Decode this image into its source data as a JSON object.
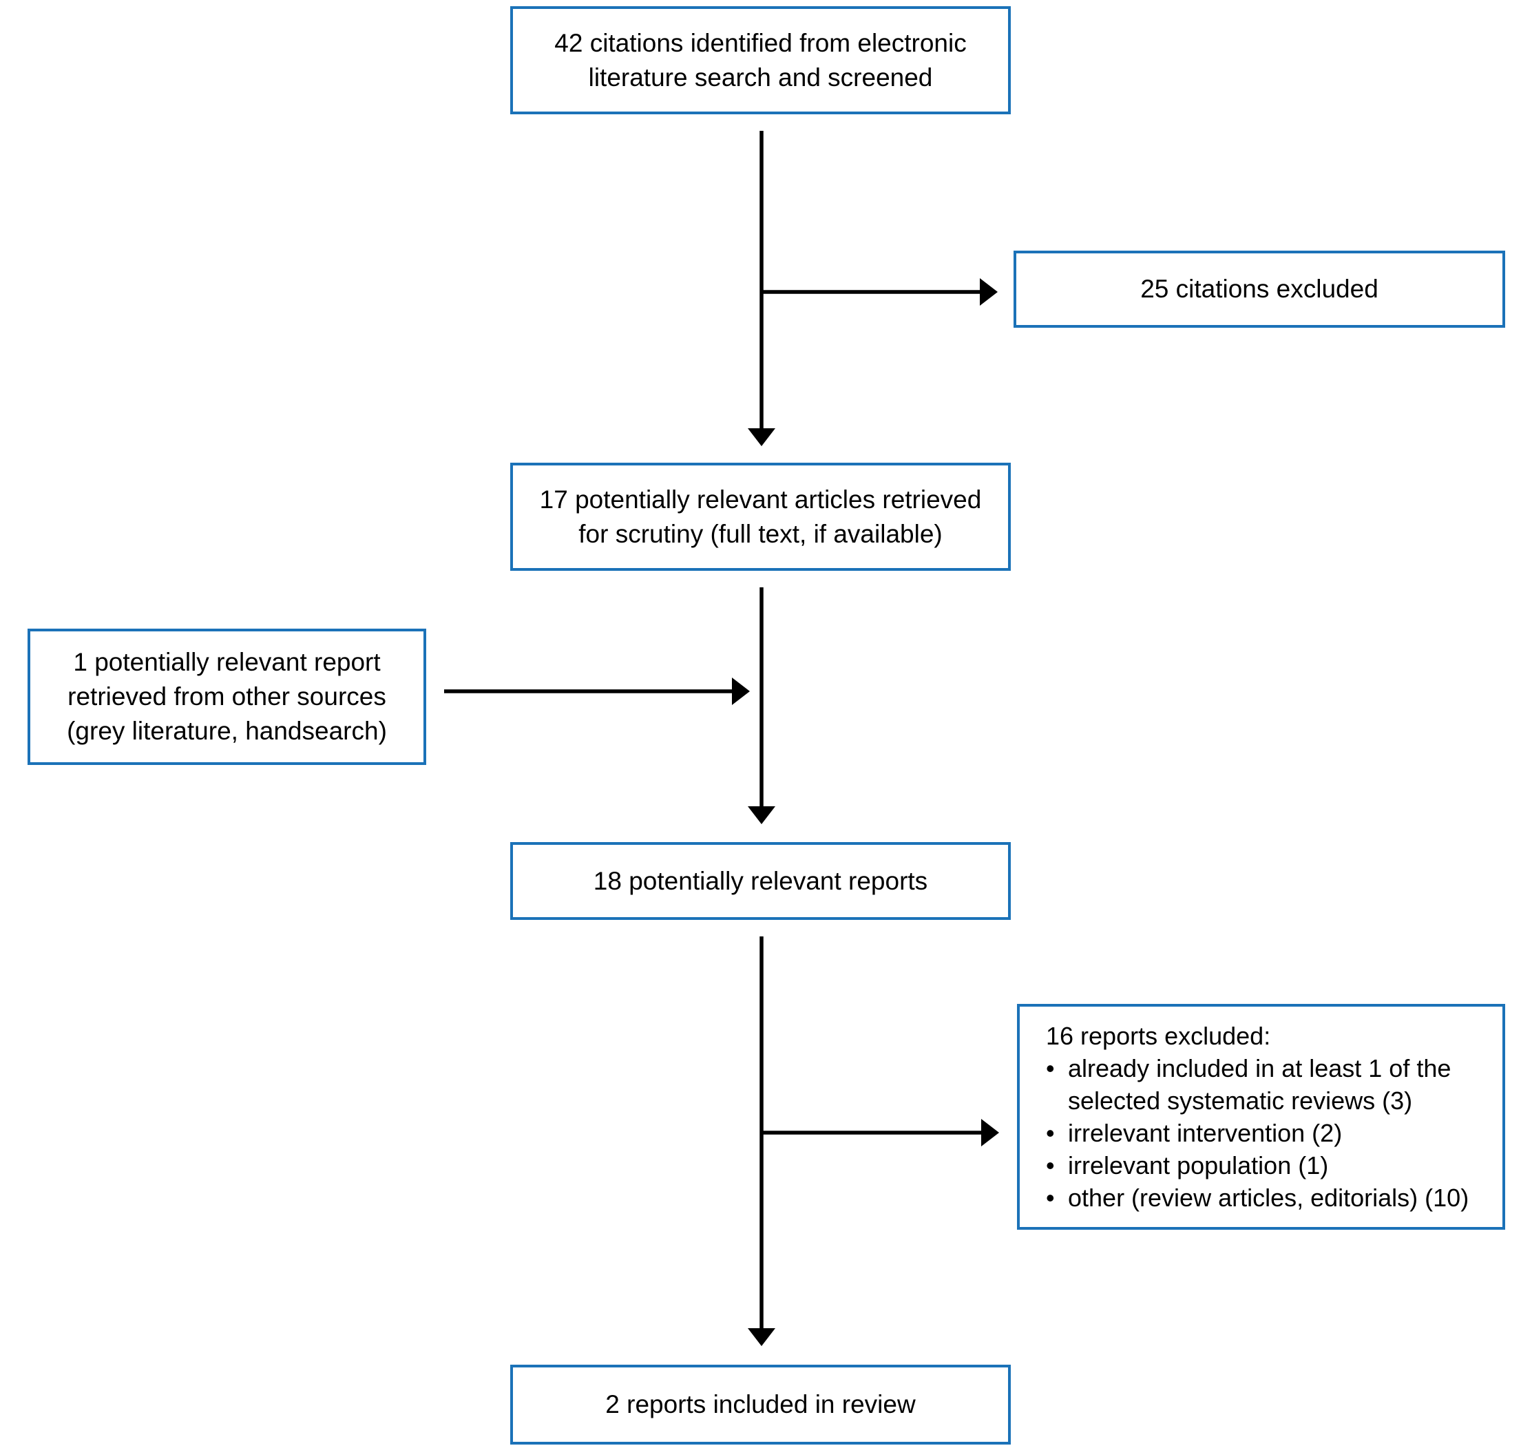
{
  "diagram_type": "study-selection-flowchart",
  "colors": {
    "box_border": "#1b72b8",
    "arrow": "#000000",
    "text": "#000000",
    "background": "#ffffff"
  },
  "boxes": {
    "top": {
      "text": "42 citations identified from electronic literature search and screened"
    },
    "excluded1": {
      "text": "25 citations excluded"
    },
    "retrieved": {
      "text": "17 potentially relevant articles retrieved for scrutiny (full text, if available)"
    },
    "other_sources": {
      "text": "1 potentially relevant report retrieved from other sources (grey literature, handsearch)"
    },
    "reports": {
      "text": "18 potentially relevant reports"
    },
    "excluded2": {
      "title": "16 reports excluded:",
      "bullet": "•",
      "items": [
        "already included in at least 1 of the selected systematic reviews (3)",
        "irrelevant intervention (2)",
        "irrelevant population (1)",
        "other (review articles, editorials) (10)"
      ]
    },
    "included": {
      "text": "2 reports included in review"
    }
  }
}
